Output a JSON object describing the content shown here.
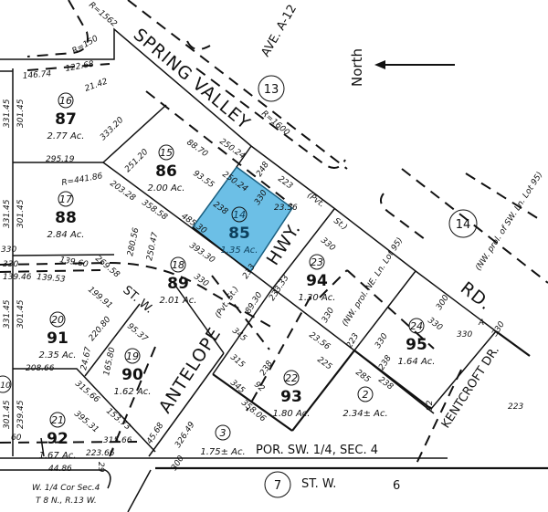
{
  "north_label": "North",
  "highlight_color": "#6cbfe6",
  "streets": {
    "spring_valley": "SPRING VALLEY",
    "hwy": "HWY.",
    "ave": "AVE. A-12",
    "rd": "RD.",
    "rd_suffix": "A",
    "antelope": "ANTELOPE",
    "st_w_upper": "ST. W.",
    "st_w_bottom": "ST. W.",
    "kentcroft": "KENTCROFT DR.",
    "pvt_st_1": "(Pvt.",
    "pvt_st_2": "St.)",
    "pvt_st_3": "(Pvt. St.)"
  },
  "section_label": "POR. SW. 1/4, SEC. 4",
  "corner_note_1": "W. 1/4 Cor Sec.4",
  "corner_note_2": "T 8 N., R.13 W.",
  "nw_prol_1": "(NW. prol. NE. Ln. Lot 95)",
  "nw_prol_2": "(NW. prol. of SW. Ln. Lot 95)",
  "blocks": [
    {
      "id": "13"
    },
    {
      "id": "14"
    },
    {
      "id": "7"
    },
    {
      "id": "6"
    },
    {
      "id": "10"
    }
  ],
  "lots": [
    {
      "circle": "16",
      "lot": "87",
      "acres": "2.77 Ac."
    },
    {
      "circle": "15",
      "lot": "86",
      "acres": "2.00 Ac."
    },
    {
      "circle": "17",
      "lot": "88",
      "acres": "2.84 Ac."
    },
    {
      "circle": "14",
      "lot": "85",
      "acres": "1.35 Ac.",
      "highlighted": true
    },
    {
      "circle": "18",
      "lot": "89",
      "acres": "2.01 Ac."
    },
    {
      "circle": "20",
      "lot": "91",
      "acres": "2.35 Ac."
    },
    {
      "circle": "19",
      "lot": "90",
      "acres": "1.62 Ac."
    },
    {
      "circle": "21",
      "lot": "92",
      "acres": "1.67 Ac."
    },
    {
      "circle": "22",
      "lot": "93",
      "acres": "1.80 Ac."
    },
    {
      "circle": "23",
      "lot": "94",
      "acres": "1.30 Ac."
    },
    {
      "circle": "24",
      "lot": "95",
      "acres": "1.64 Ac."
    },
    {
      "circle": "3",
      "lot": "",
      "acres": "1.75± Ac."
    },
    {
      "circle": "2",
      "lot": "",
      "acres": "2.34± Ac."
    }
  ],
  "dimensions": [
    "331.45",
    "301.45",
    "331.45",
    "301.45",
    "331.45",
    "301.45",
    "301.45",
    "239.45",
    "146.74",
    "122.68",
    "21.42",
    "295.19",
    "333.20",
    "251.20",
    "88.70",
    "250.24",
    "93.55",
    "250.24",
    "203.28",
    "358.58",
    "280.56",
    "250.47",
    "393.30",
    "485.30",
    "330",
    "248",
    "223",
    "23.56",
    "330",
    "238",
    "233",
    "330",
    "330",
    "139.46",
    "139.53",
    "139.60",
    "269.58",
    "199.91",
    "95.37",
    "89.30",
    "233.33",
    "220.80",
    "165.80",
    "24.67",
    "345",
    "315",
    "208.66",
    "315.66",
    "153.73",
    "395.31",
    "315.66",
    "223.66",
    "44.86",
    "45.68",
    "326.49",
    "300",
    "345",
    "358.06",
    "92",
    "238",
    "330",
    "330",
    "223",
    "23.56",
    "225",
    "330",
    "238",
    "330",
    "238",
    "285",
    "300",
    "330",
    "92",
    "330",
    "223",
    "R=150",
    "R=441.86",
    "R=1600",
    "R=1562",
    "60",
    "29"
  ]
}
